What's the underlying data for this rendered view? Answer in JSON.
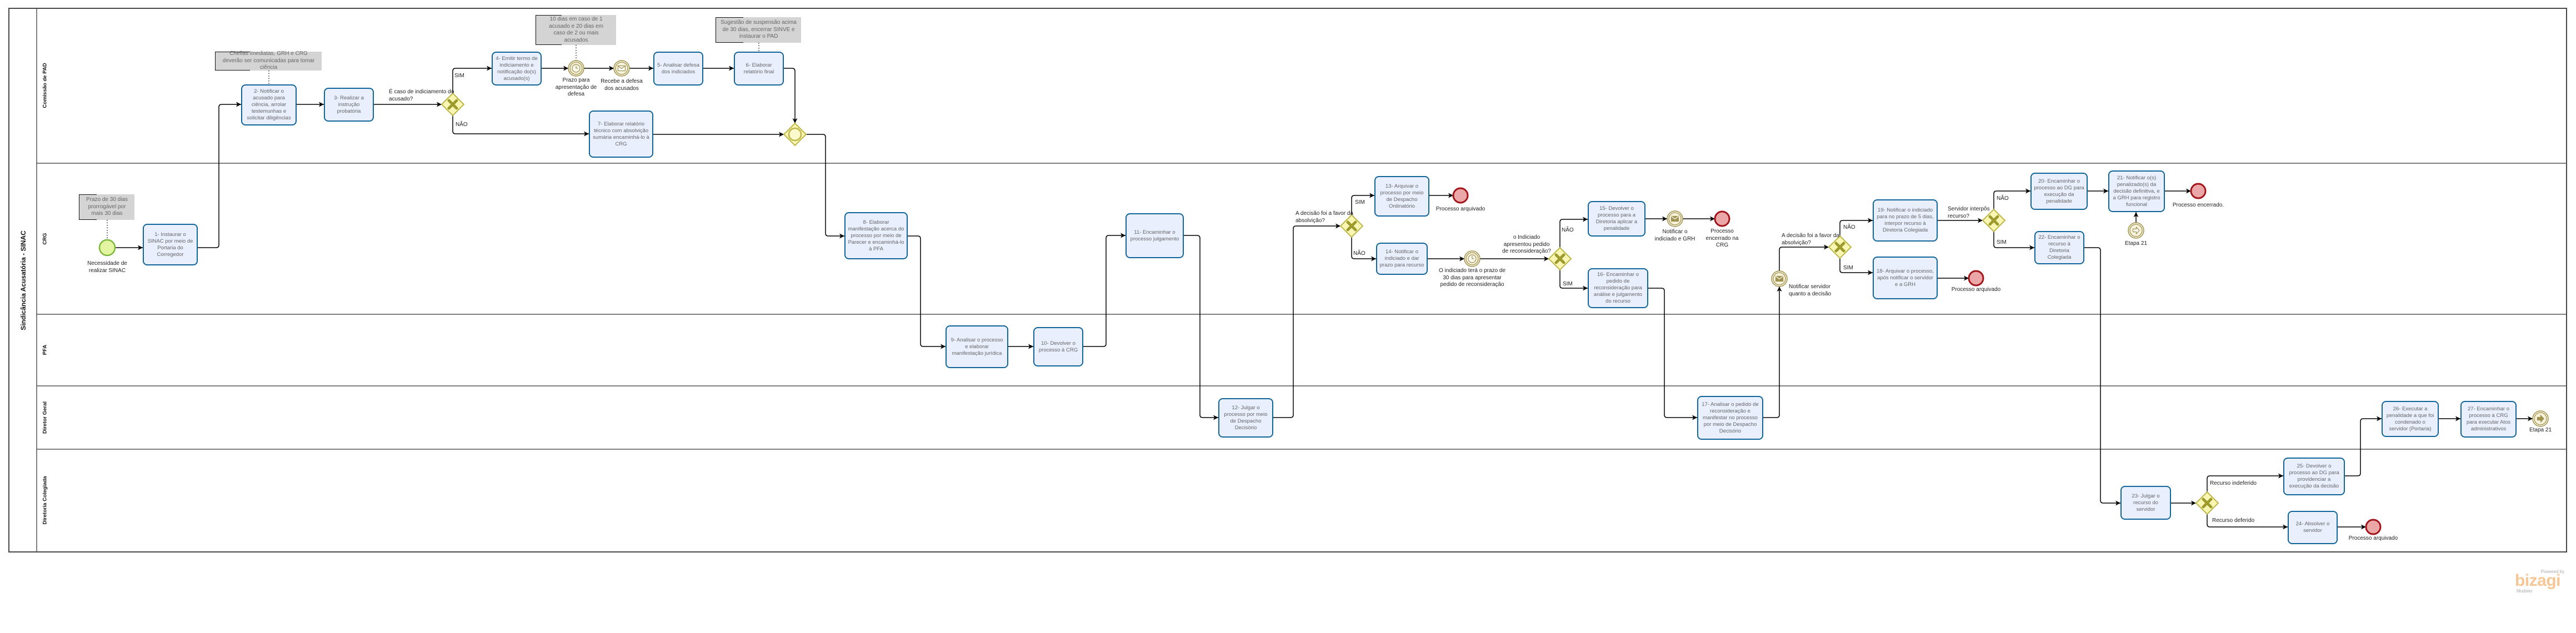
{
  "pool": {
    "title": "Sindicância Acusatória - SINAC"
  },
  "lanes": [
    {
      "name": "Comissão de PAD"
    },
    {
      "name": "CRG"
    },
    {
      "name": "PFA"
    },
    {
      "name": "Diretor Geral"
    },
    {
      "name": "Diretoria Colegiada"
    }
  ],
  "tasks": {
    "t1": "1- Instaurar o SINAC por meio de Portaria do Corregedor",
    "t2": "2- Notificar o acusado para ciência, arrolar testemunhas e solicitar diligências",
    "t3": "3- Realizar a instrução probatória",
    "t4": "4- Emitir termo de indiciamento e notificação do(s) acusado(s)",
    "t5": "5- Analisar defesa dos indiciados",
    "t6": "6- Elaborar relatório final",
    "t7": "7- Elaborar relatório técnico com absolvição sumária encaminhá-lo à CRG",
    "t8": "8- Elaborar manifestação acerca do processo por meio de Parecer e encaminhá-lo à PFA",
    "t9": "9- Analisar o processo e elaborar manifestação jurídica",
    "t10": "10- Devolver o processo à CRG",
    "t11": "11- Encaminhar o processo julgamento",
    "t12": "12- Julgar o processo por meio de Despacho Decisório",
    "t13": "13- Arquivar o processo por meio de Despacho Ordinatório",
    "t14": "14- Notificar o indiciado e dar prazo para recurso",
    "t15": "15- Devolver o processo para a Diretoria aplicar a penalidade",
    "t16": "16- Encaminhar o pedido de reconsideração para análise e julgamento do recurso",
    "t17": "17- Analisar o pedido de reconsideração e manifestar no processo por meio de Despacho Decisório",
    "t18": "18- Arquivar o processo, após notificar o servidor e a GRH",
    "t19": "19- Notificar o indiciado para no prazo de 5 dias, interpor recurso à Diretoria Colegiada",
    "t20": "20- Encaminhar o processo ao DG para execução da penalidade",
    "t21": "21- Notificar o(s) penalizado(s) da decisão definitiva, e a GRH para registro funcional",
    "t22": "22- Encaminhar o recurso à Diretoria Colegiada",
    "t23": "23- Julgar o recurso do servidor",
    "t24": "24- Absolver o servidor",
    "t25": "25- Devolver o processo ao DG para providenciar a execução da decisão",
    "t26": "26- Executar a penalidade a que foi condenado o servidor (Portaria)",
    "t27": "27- Encaminhar o processo à CRG para executar Atos administrativos"
  },
  "events": {
    "start": {
      "label": "Necessidade de realizar SINAC",
      "icon": "start-circle-icon"
    },
    "timer_defesa": {
      "label": "Prazo para apresentação de defesa",
      "icon": "clock-icon"
    },
    "msg_recebe_defesa": {
      "label": "Recebe a defesa dos acusados",
      "icon": "envelope-icon"
    },
    "end_arquivado_1": {
      "label": "Processo arquivado",
      "icon": "end-circle-icon"
    },
    "timer_reconsideracao": {
      "label": "O indiciado terá o prazo de 30 dias para apresentar pedido de reconsideração",
      "icon": "clock-icon"
    },
    "msg_notificar_indiciado_grh": {
      "label": "Notificar o indiciado e GRH",
      "icon": "envelope-filled-icon"
    },
    "end_encerrado_crg": {
      "label": "Processo encerrado na CRG",
      "icon": "end-circle-icon"
    },
    "msg_notificar_servidor": {
      "label": "Notificar servidor quanto a decisão",
      "icon": "envelope-filled-icon"
    },
    "end_arquivado_2": {
      "label": "Processo arquivado",
      "icon": "end-circle-icon"
    },
    "end_encerrado": {
      "label": "Processo encerrado.",
      "icon": "end-circle-icon"
    },
    "link_catch_etapa21": {
      "label": "Etapa 21",
      "icon": "link-arrow-icon"
    },
    "end_arquivado_3": {
      "label": "Processo arquivado",
      "icon": "end-circle-icon"
    },
    "link_throw_etapa21": {
      "label": "Etapa 21",
      "icon": "link-arrow-filled-icon"
    }
  },
  "gateways": {
    "g1": {
      "question": "É caso de indiciamento do acusado?",
      "icon": "x-icon"
    },
    "g2": {
      "icon": "circle-icon"
    },
    "g3": {
      "question": "A decisão foi a favor da absolvição?",
      "icon": "x-icon"
    },
    "g4": {
      "question": "o Indiciado apresentou pedido de reconsideração?",
      "icon": "x-icon"
    },
    "g5": {
      "question": "A decisão foi a favor da absolvição?",
      "icon": "x-icon"
    },
    "g6": {
      "question": "Servidor interpôs recurso?",
      "icon": "x-icon"
    },
    "g7": {
      "icon": "x-icon"
    }
  },
  "flow_labels": {
    "g1_yes": "SIM",
    "g1_no": "NÃO",
    "g3_yes": "SIM",
    "g3_no": "NÃO",
    "g4_no": "NÃO",
    "g4_yes": "SIM",
    "g5_no": "NÃO",
    "g5_yes": "SIM",
    "g6_no": "NÃO",
    "g6_yes": "SIM",
    "g7_rejected": "Recurso indeferido",
    "g7_granted": "Recurso deferido"
  },
  "annotations": {
    "a1": "Prazo de 30 dias prorrogável por mais 30 dias",
    "a2": "Chefias imediatas, GRH e CRG deverão ser comunicadas para tomar ciência",
    "a3": "10 dias em caso de 1 acusado e 20 dias em caso de 2 ou mais acusados",
    "a4": "Sugestão de suspensão acima de 30 dias, encerrar SINVE e instaurar o PAD"
  },
  "branding": {
    "powered_by": "Powered by",
    "wordmark": "bizagi",
    "product": "Modeler"
  },
  "colors": {
    "task_fill": "#eaeffd",
    "task_border": "#10669a",
    "task_text": "#666666",
    "event_fill": "#f6f2dc",
    "event_stroke": "#a0924f",
    "start_fill": "#e4f5a2",
    "start_stroke": "#7ab83a",
    "end_fill": "#eba7a7",
    "end_stroke": "#a3141a",
    "gateway_fill": "#f8f6b2",
    "gateway_stroke": "#bdb64a",
    "gateway_icon": "#9d9a2e",
    "annotation_fill": "#d4d4d4",
    "lane_line": "#555555",
    "brand": "#f6c695"
  }
}
